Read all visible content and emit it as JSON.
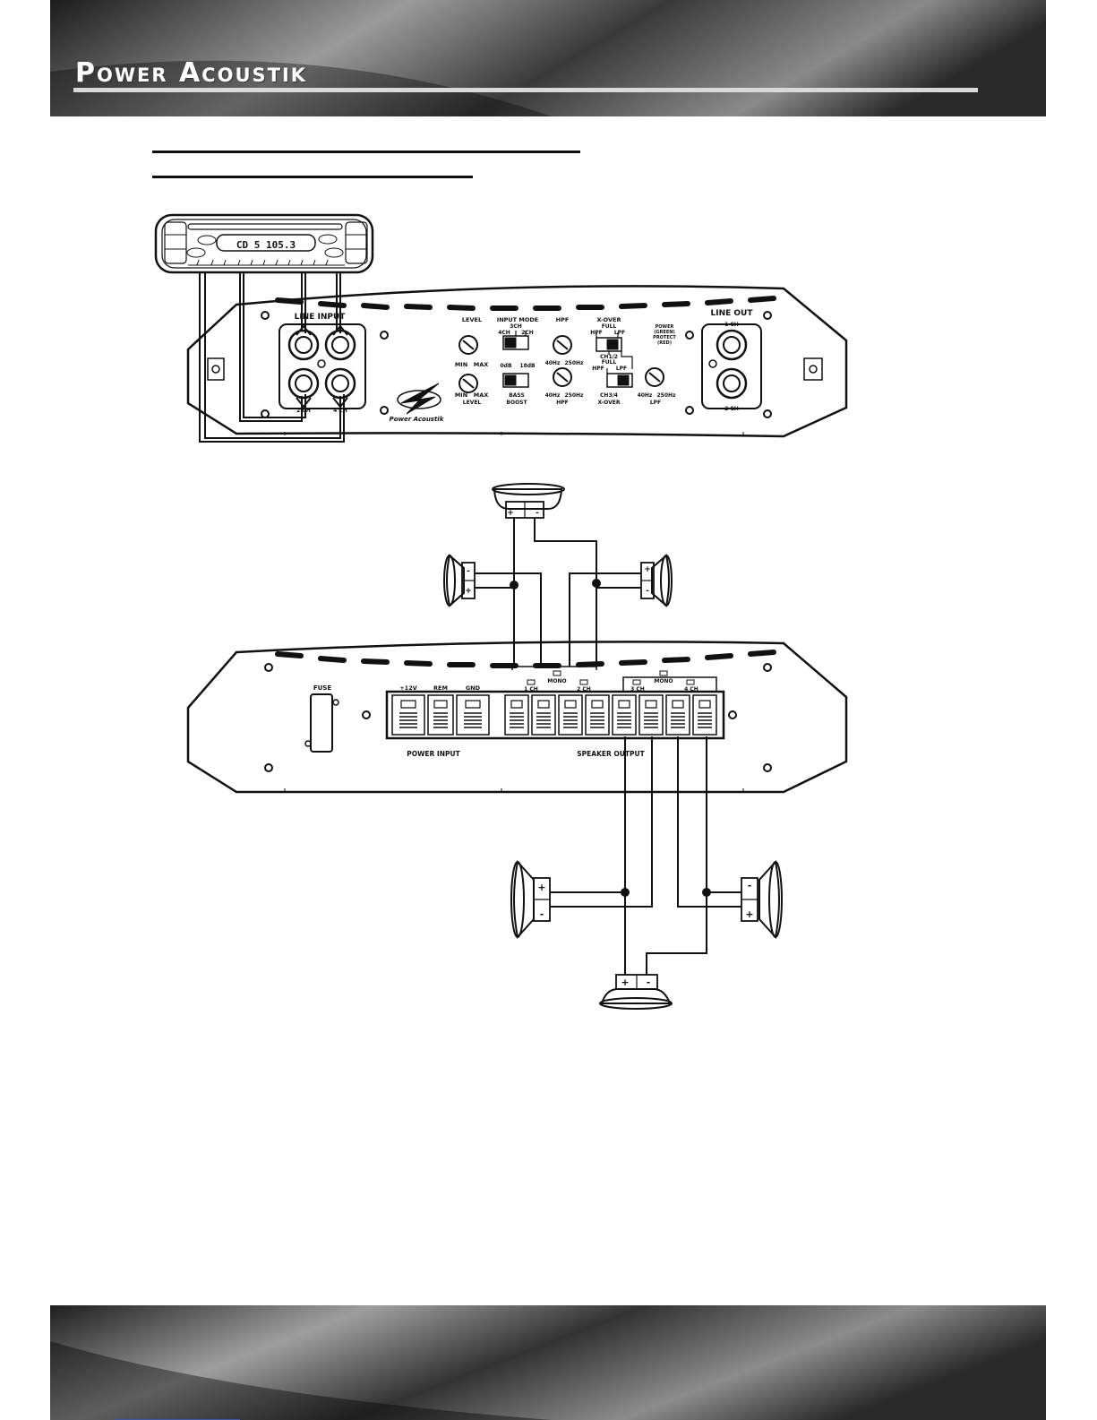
{
  "header": {
    "brand": "Power Acoustik"
  },
  "head_unit": {
    "display": "CD 5   105.3"
  },
  "amp_top": {
    "line_input": "LINE INPUT",
    "line_out": "LINE OUT",
    "ch1": "1 CH",
    "ch2": "2 CH",
    "ch4": "4 CH",
    "level": "LEVEL",
    "input_mode": "INPUT MODE",
    "hpf": "HPF",
    "xover": "X-OVER",
    "lpf": "LPF",
    "min": "MIN",
    "max": "MAX",
    "mode_3ch": "3CH",
    "mode_4ch": "4CH",
    "mode_2ch": "2CH",
    "freq_40": "40Hz",
    "freq_250": "250Hz",
    "full": "FULL",
    "ch12": "CH1/2",
    "ch34": "CH3/4",
    "boost_0": "0dB",
    "boost_18": "18dB",
    "bass": "BASS",
    "boost": "BOOST",
    "power_led": "POWER",
    "green": "(GREEN)",
    "protect": "PROTECT",
    "red": "(RED)",
    "logo_text": "Power Acoustik"
  },
  "amp_bottom": {
    "fuse": "FUSE",
    "plus12v": "+12V",
    "rem": "REM",
    "gnd": "GND",
    "mono": "MONO",
    "ch1": "1 CH",
    "ch2": "2 CH",
    "ch3": "3 CH",
    "ch4": "4 CH",
    "power_input": "POWER INPUT",
    "speaker_output": "SPEAKER OUTPUT",
    "plus": "+",
    "minus": "-"
  },
  "colors": {
    "ink": "#111111",
    "paper": "#ffffff"
  }
}
